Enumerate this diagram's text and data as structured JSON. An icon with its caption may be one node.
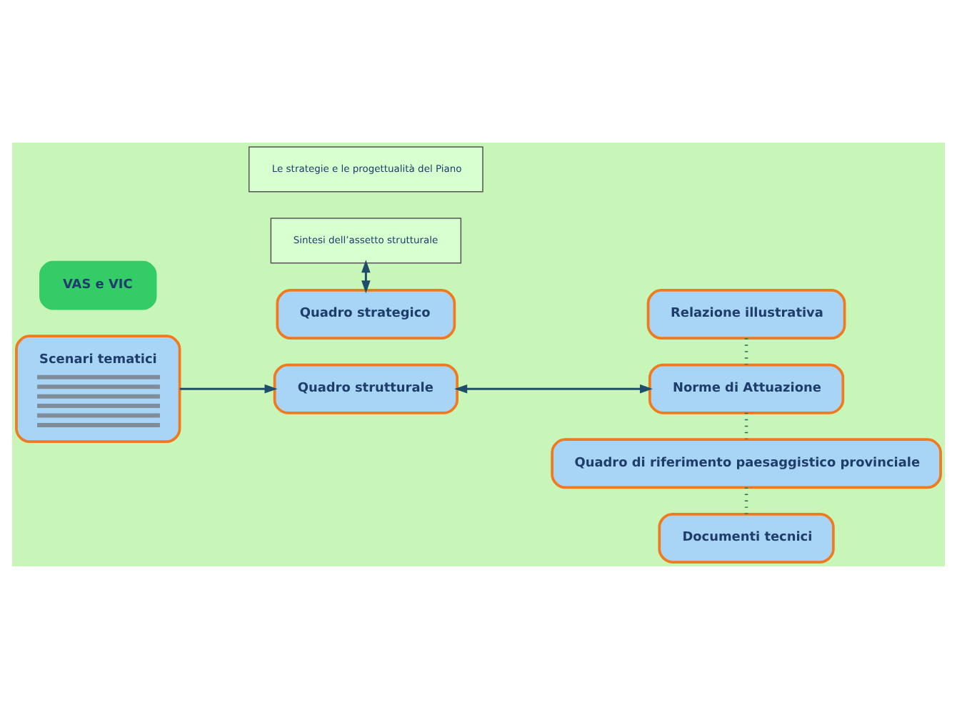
{
  "diagram": {
    "nodes": [
      {
        "text": [
          "Scenari tematici"
        ]
      },
      {
        "text": [
          "Quadro strutturale"
        ]
      },
      {
        "text": [
          "Sintesi dell’assetto strutturale"
        ]
      },
      {
        "text": [
          "Quadro strategico"
        ]
      },
      {
        "text": [
          "Le strategie e le progettualità del Piano"
        ]
      },
      {
        "text": [
          "VAS e VIC"
        ]
      },
      {
        "text": [
          "Relazione illustrativa"
        ]
      },
      {
        "text": [
          "Norme di Attuazione"
        ]
      },
      {
        "text": [
          "Quadro di riferimento paesaggistico provinciale"
        ]
      },
      {
        "text": [
          "Documenti tecnici"
        ]
      }
    ],
    "edges": [
      {
        "from": 0,
        "to": 1,
        "arrow": "to"
      },
      {
        "from": 1,
        "to": 7,
        "arrow": "both"
      },
      {
        "from": 2,
        "to": 3,
        "arrow": "both"
      },
      {
        "from": 6,
        "to": 7,
        "arrow": "none",
        "style": "dashed"
      },
      {
        "from": 7,
        "to": 8,
        "arrow": "none",
        "style": "dashed"
      },
      {
        "from": 8,
        "to": 9,
        "arrow": "none",
        "style": "dashed"
      }
    ]
  }
}
